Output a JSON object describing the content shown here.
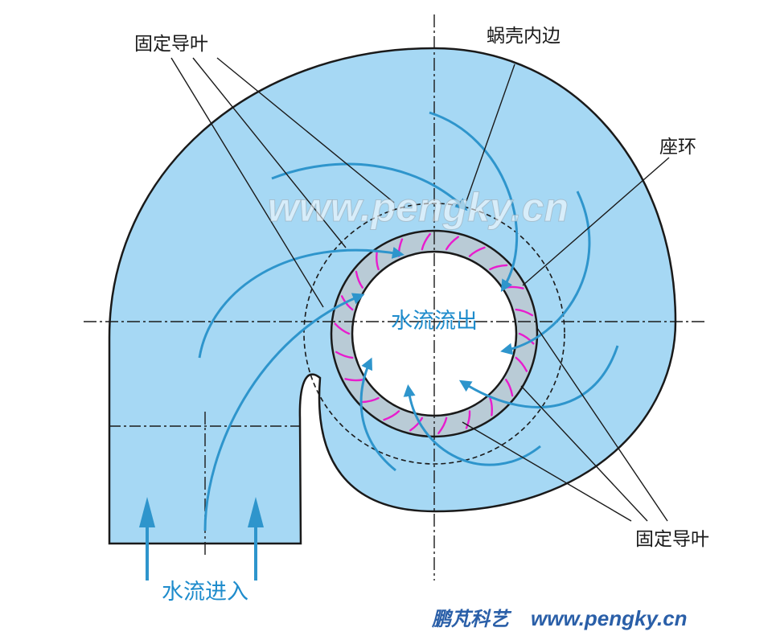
{
  "labels": {
    "fixed_vane_top": "固定导叶",
    "volute_inner_edge": "蜗壳内边",
    "stay_ring": "座环",
    "fixed_vane_bottom": "固定导叶",
    "water_out": "水流流出",
    "water_in": "水流进入"
  },
  "watermark": "www.pengky.cn",
  "footer": {
    "brand": "鹏芃科艺",
    "url": "www.pengky.cn"
  },
  "colors": {
    "volute_fill": "#a6d8f4",
    "ring_fill": "#b9cbd6",
    "flow_arrow": "#2e95cc",
    "vane": "#e81ccd",
    "outline": "#1a1a1a",
    "label_blue": "#1f8ccc",
    "footer_blue": "#2a5fa8"
  }
}
